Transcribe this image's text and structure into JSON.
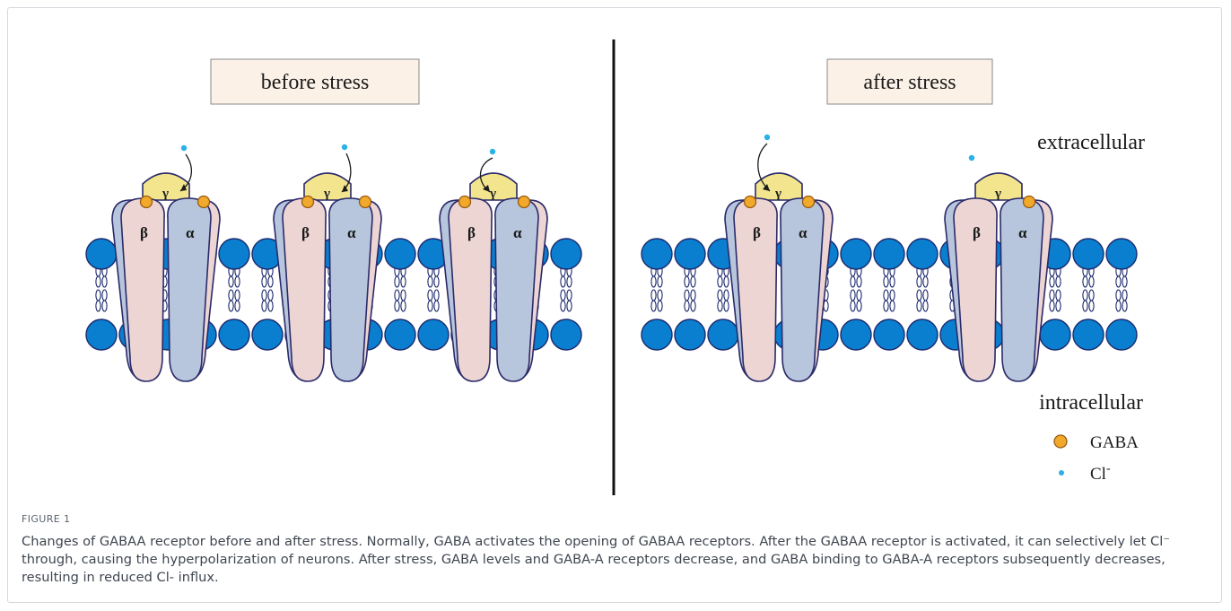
{
  "figure": {
    "left_panel_title": "before stress",
    "right_panel_title": "after stress",
    "extracellular_label": "extracellular",
    "intracellular_label": "intracellular",
    "subunit_labels": {
      "beta": "β",
      "alpha": "α",
      "gamma": "γ"
    },
    "legend": [
      {
        "symbol": "gaba-dot",
        "label": "GABA"
      },
      {
        "symbol": "cl-dot",
        "label": "Cl",
        "superscript": "-"
      }
    ],
    "colors": {
      "membrane_head": "#0a7fcf",
      "beta_subunit": "#ecd5d3",
      "alpha_subunit": "#b7c6dc",
      "gamma_subunit": "#f2e58e",
      "gaba": "#f0a92a",
      "chloride": "#2bb1e8",
      "title_box": "#fcf1e6"
    }
  },
  "caption": {
    "label": "FIGURE 1",
    "text": "Changes of GABAA receptor before and after stress. Normally, GABA activates the opening of GABAA receptors. After the GABAA receptor is activated, it can selectively let Cl⁻ through, causing the hyperpolarization of neurons. After stress, GABA levels and GABA-A receptors decrease, and GABA binding to GABA-A receptors subsequently decreases, resulting in reduced Cl- influx."
  }
}
